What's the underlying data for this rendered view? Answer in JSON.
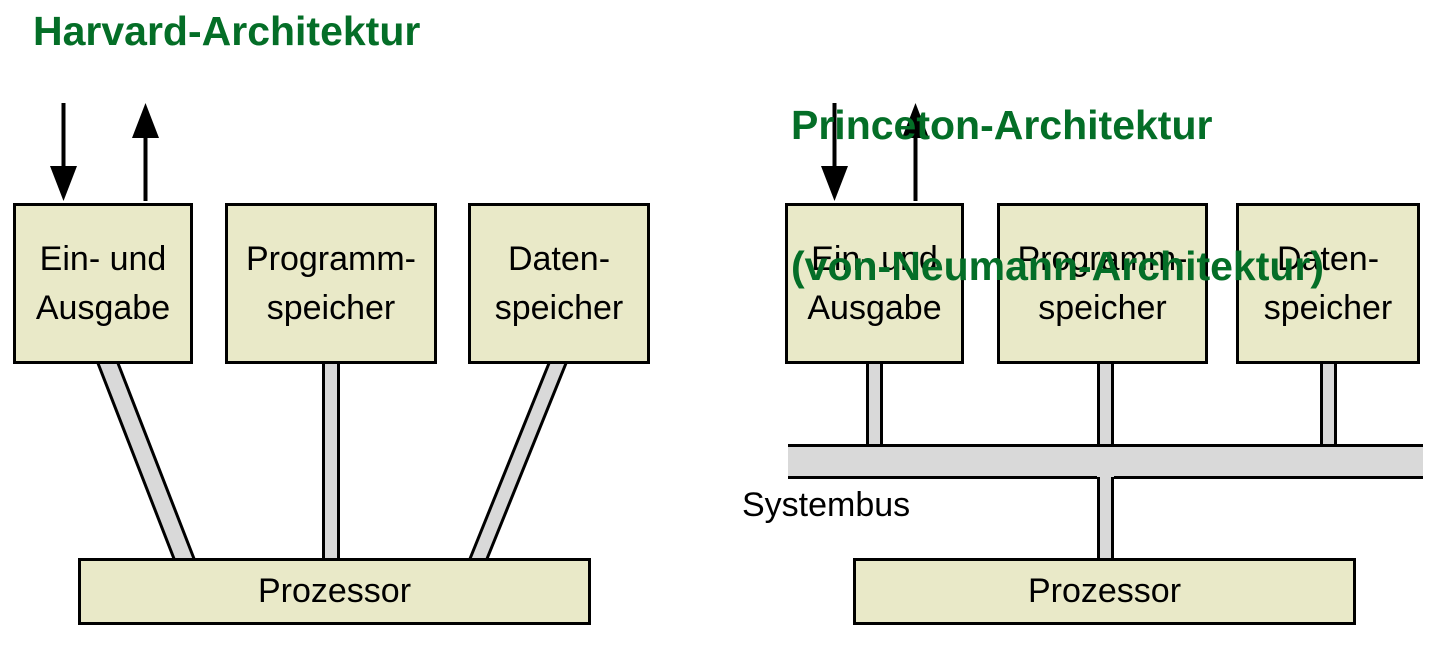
{
  "colors": {
    "title_green": "#046e27",
    "box_fill": "#e9e9c8",
    "connector_gray": "#d9d9d9",
    "outline_black": "#000000"
  },
  "harvard": {
    "title": "Harvard-Architektur",
    "boxes": [
      {
        "line1": "Ein- und",
        "line2": "Ausgabe"
      },
      {
        "line1": "Programm-",
        "line2": "speicher"
      },
      {
        "line1": "Daten-",
        "line2": "speicher"
      }
    ],
    "processor": "Prozessor"
  },
  "princeton": {
    "title_line1": "Princeton-Architektur",
    "title_line2": "(von-Neumann-Architektur)",
    "boxes": [
      {
        "line1": "Ein- und",
        "line2": "Ausgabe"
      },
      {
        "line1": "Programm-",
        "line2": "speicher"
      },
      {
        "line1": "Daten-",
        "line2": "speicher"
      }
    ],
    "bus_label": "Systembus",
    "processor": "Prozessor"
  }
}
